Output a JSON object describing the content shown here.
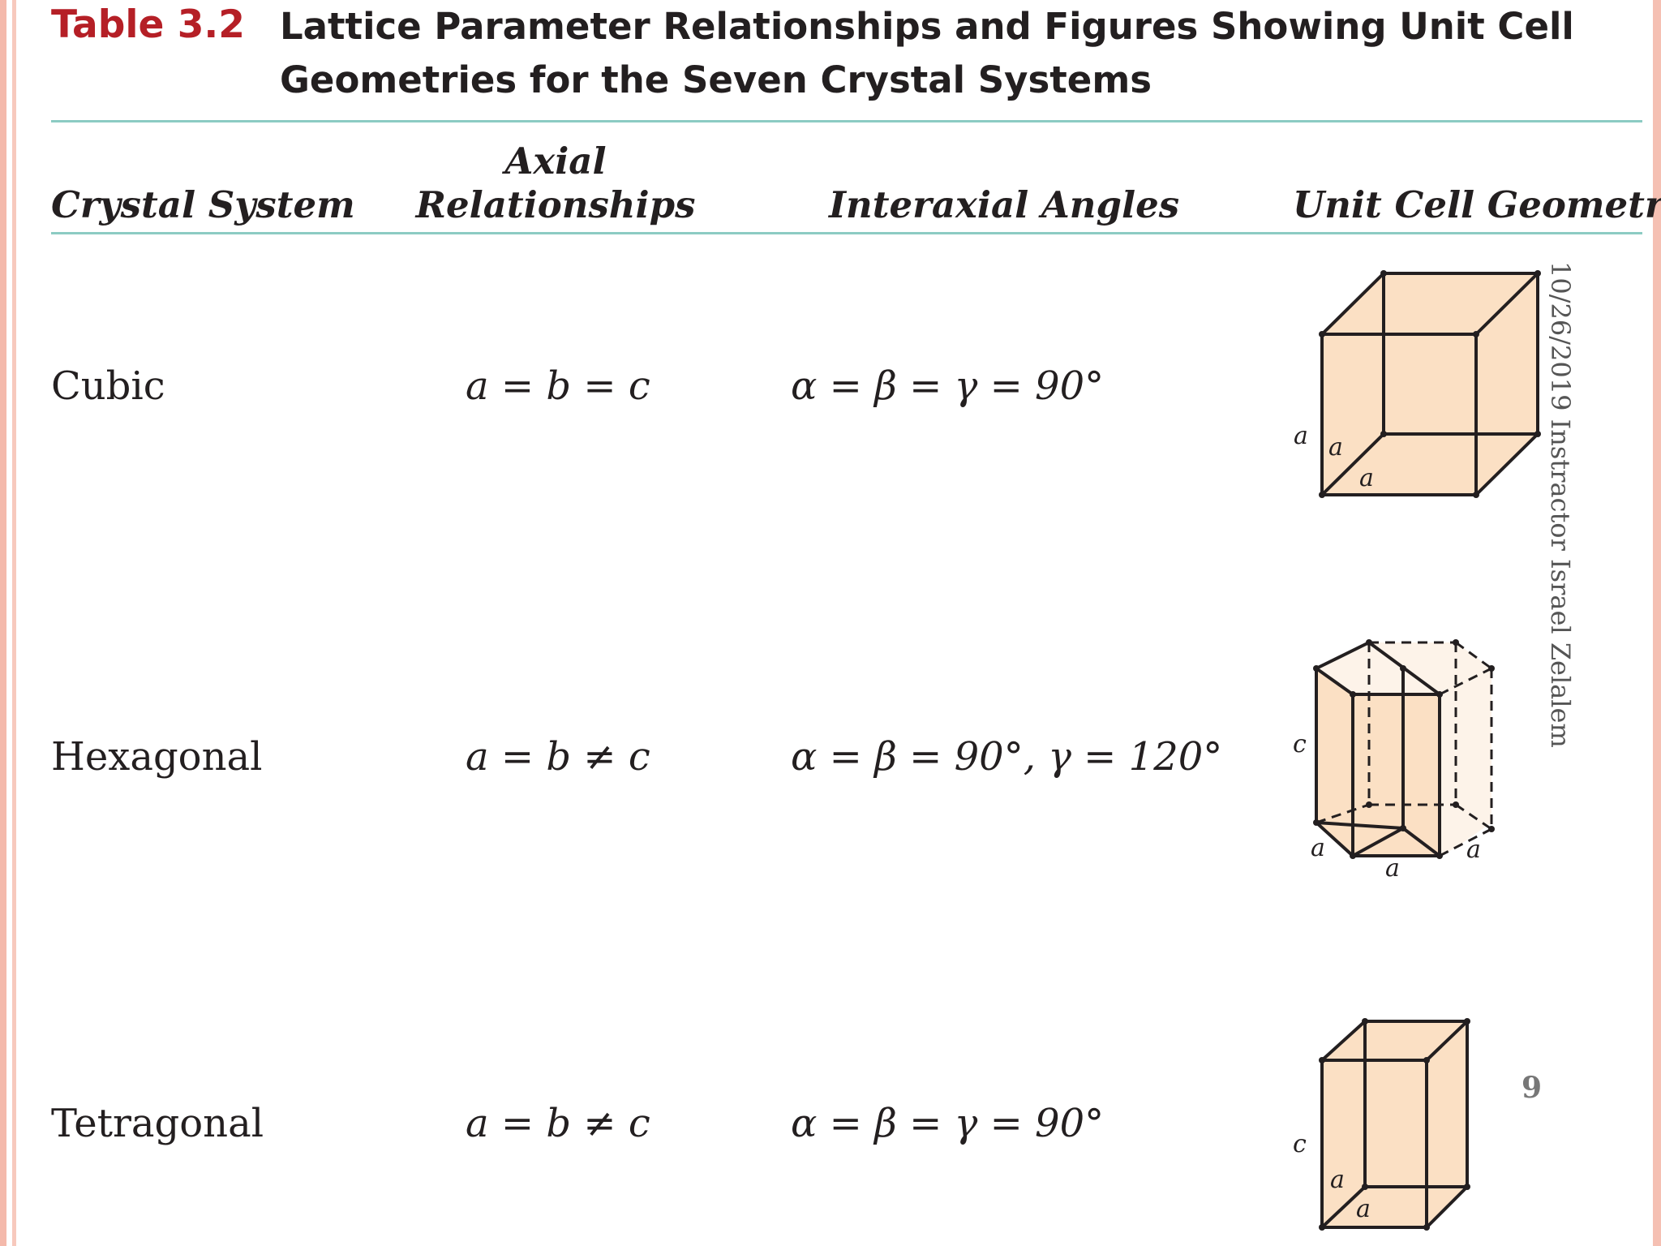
{
  "caption": {
    "label": "Table 3.2",
    "title_line1": "Lattice Parameter Relationships and Figures Showing Unit Cell",
    "title_line2": "Geometries for the Seven Crystal Systems"
  },
  "columns": {
    "crystal_system": "Crystal System",
    "axial_line1": "Axial",
    "axial_line2": "Relationships",
    "interaxial": "Interaxial Angles",
    "geometry": "Unit Cell Geometry"
  },
  "rows": [
    {
      "system": "Cubic",
      "axial": "a = b = c",
      "angles": "α = β = γ = 90°",
      "labels": [
        "a",
        "a",
        "a"
      ]
    },
    {
      "system": "Hexagonal",
      "axial": "a = b ≠ c",
      "angles": "α = β = 90°, γ = 120°",
      "labels": [
        "c",
        "a",
        "a",
        "a"
      ]
    },
    {
      "system": "Tetragonal",
      "axial": "a = b ≠ c",
      "angles": "α = β = γ = 90°",
      "labels": [
        "c",
        "a",
        "a"
      ]
    }
  ],
  "watermark": "10/26/2019   Instractor Israel Zelalem",
  "page_number": "9",
  "colors": {
    "caption_red": "#b51f26",
    "rule_teal": "#8ccbc3",
    "cell_fill": "#fbe0c4",
    "frame_pink": "#f4b9ab"
  }
}
